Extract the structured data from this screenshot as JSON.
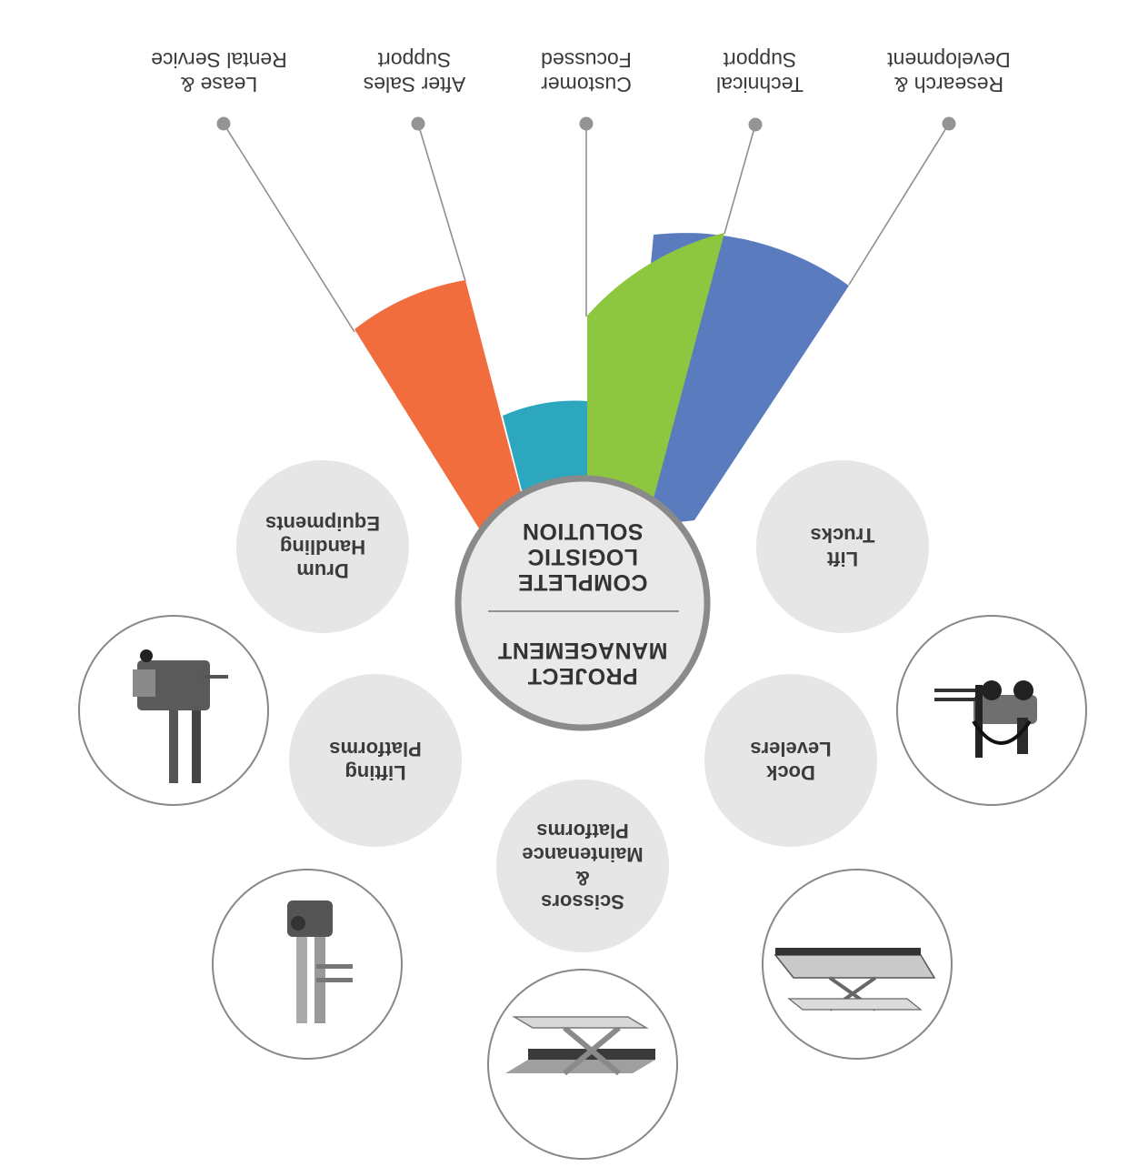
{
  "center": {
    "top": [
      "PROJECT",
      "MANAGEMENT"
    ],
    "bottom": [
      "COMPLETE",
      "LOGISTIC",
      "SOLUTION"
    ]
  },
  "services": [
    {
      "lines": [
        "Research &",
        "Development"
      ],
      "color": "#f26d3d"
    },
    {
      "lines": [
        "Technical",
        "Support"
      ],
      "color": "#f26d3d"
    },
    {
      "lines": [
        "Customer",
        "Focussed"
      ],
      "color": "#2ca7be"
    },
    {
      "lines": [
        "After Sales",
        "Support"
      ],
      "color": "#8dc63f"
    },
    {
      "lines": [
        "Lease &",
        "Rental Service"
      ],
      "color": "#5b7bbf"
    }
  ],
  "products": [
    {
      "lines": [
        "Lift",
        "Trucks"
      ]
    },
    {
      "lines": [
        "Dock",
        "Levelers"
      ]
    },
    {
      "lines": [
        "Scissors",
        "&",
        "Maintenance",
        "Platforms"
      ]
    },
    {
      "lines": [
        "Lifting",
        "Platforms"
      ]
    },
    {
      "lines": [
        "Drum",
        "Handling",
        "Equipments"
      ]
    }
  ],
  "images": [
    {
      "icon": "forklift-icon"
    },
    {
      "icon": "dock-leveler-icon"
    },
    {
      "icon": "scissor-lift-icon"
    },
    {
      "icon": "lifting-platform-icon"
    },
    {
      "icon": "drum-handler-icon"
    }
  ]
}
